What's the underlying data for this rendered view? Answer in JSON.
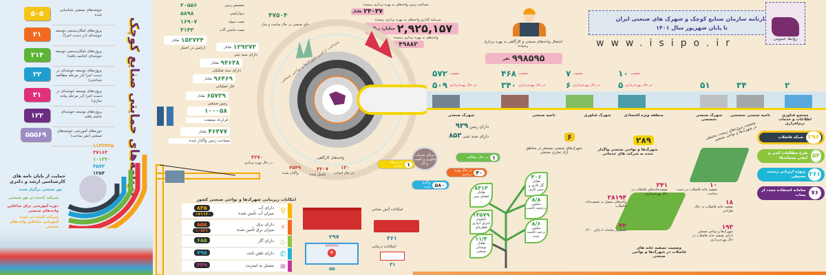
{
  "header": {
    "title": "کارنامه سازمان صنایع کوچک و شهرک های صنعتی ایران",
    "subtitle": "تا پایان شهریور سال ۱۴۰۱",
    "website": "www.isipo.ir",
    "logo_text": "روابط عمومی"
  },
  "clusters": {
    "title": "برنامه‌های حمایتی صنایع کوچک",
    "items": [
      {
        "value": "۵۰۵",
        "label": "خوشه‌های صنعتی شناسایی شده",
        "color": "#f5c518"
      },
      {
        "value": "۲۱",
        "label": "پروژه‌های امکان‌سنجی توسعه خوشه‌ای (در دست اجرا)",
        "color": "#f26a22"
      },
      {
        "value": "۲۱۴",
        "label": "پروژه‌های امکان‌سنجی توسعه خوشه‌ای (خاتمه یافته)",
        "color": "#5cb335"
      },
      {
        "value": "۲۲",
        "label": "پروژه‌های توسعه خوشه‌ای در دست اجرا (در مرحله مطالعه شناختی)",
        "color": "#1f9fd0"
      },
      {
        "value": "۳۱",
        "label": "پروژه‌های توسعه خوشه‌ای در دست اجرا (در مرحله پیاده سازی)",
        "color": "#e0307a"
      },
      {
        "value": "۱۲۲",
        "label": "پروژه‌های توسعه خوشه‌ای خاتمه یافته",
        "color": "#6b2d82"
      },
      {
        "value": "۵۵۵۶۹",
        "label": "دوره‌های آموزشی خوشه‌های صنعتی (نفر ساعت)",
        "color": "#9e8cc4"
      }
    ]
  },
  "training": [
    {
      "value": "۱۱۳۳۳۳۵",
      "label": "شرکت کننده در دوره آموزشی شاغلین واحدهای صنعتی",
      "color": "#f7a21b"
    },
    {
      "value": "۳۷۱۶۳",
      "label": "دوره آموزشی برای شاغلین واحدهای صنعتی",
      "color": "#e5333f"
    },
    {
      "value": "۱۰۱۳۳۰",
      "label": "شرکت کننده در تور صنعتی",
      "color": "#6cb33f"
    },
    {
      "value": "۳۵۷۲",
      "label": "تور صنعتی برگزار شده",
      "color": "#1f9fd0"
    },
    {
      "value": "۱۲۵۴",
      "label": "حمایت از پایان نامه های کارشناسی ارشد و دکتری",
      "color": "#2f3e4a"
    }
  ],
  "construction": {
    "total": "۴۷۵۰۴",
    "total_label": "طرح‌های صنعتی در حال ساخت و ساز",
    "items": [
      {
        "value": "۲۰۵۵۶",
        "label": "تخصیص زمین"
      },
      {
        "value": "۵۸۹۸",
        "label": "دیوارکشی"
      },
      {
        "value": "۱۶۹۰۷",
        "label": "نصب سوله"
      },
      {
        "value": "۴۱۴۳",
        "label": "نصب ماشین آلات"
      }
    ]
  },
  "land": {
    "ring_title": "مساحت اراضی شهرک‌ها و نواحی صنعتی",
    "unit": "هکتار",
    "items": [
      {
        "value": "۱۵۲۷۳۴",
        "label": "اراضی در اختیار"
      },
      {
        "value": "۱۲۹۲۷۳",
        "label": "دارای سند ثبتی"
      },
      {
        "value": "۹۴۶۳۸",
        "label": "دارای سند تفکیکی"
      },
      {
        "value": "۹۶۴۶۹",
        "label": "فاز عملیاتی"
      },
      {
        "value": "۶۵۷۳۹",
        "label": "زمین صنعتی"
      }
    ],
    "contracts": {
      "value": "۱۰۰۰۵۸",
      "label": "قرارداد منعقده"
    },
    "allocated": {
      "value": "۴۶۴۷۷",
      "label": "مساحت زمین واگذار شده"
    }
  },
  "workshops": {
    "title": "واحدهای کارگاهی",
    "items": [
      {
        "value": "۳۲۷۰",
        "label": "در حال بهره برداری"
      },
      {
        "value": "۴۵۴۹",
        "label": "واگذار شده"
      },
      {
        "value": "۴۲۰۷",
        "label": "تکمیل شده"
      },
      {
        "value": "۱۳۰",
        "label": "در حال احداث"
      }
    ]
  },
  "operational": {
    "area_label": "مساحت زمین واحدهای به بهره برداری رسیده",
    "area": "۲۴۰۳۷",
    "area_unit": "هکتار",
    "investment_label": "سرمایه گذاری واحدهای به بهره برداری رسیده",
    "investment": "۲,۹۲۵,۱۵۷",
    "investment_unit": "میلیارد ریال",
    "units_label": "واحدهای به بهره برداری رسیده",
    "units": "۴۹۸۸۲"
  },
  "employment": {
    "label": "اشتغال واحدهای صنعتی و کارگاهی به بهره برداری رسیده",
    "value": "۹۹۸۵۹۵",
    "unit": "نفر"
  },
  "estates": {
    "approved_label": "مصوب",
    "operating_label": "در حال بهره‌برداری",
    "items": [
      {
        "label": "شهرک صنعتی",
        "approved": "۵۷۲",
        "operating": "۵۰۹"
      },
      {
        "label": "ناحیه صنعتی",
        "approved": "۴۶۸",
        "operating": "۳۴۰"
      },
      {
        "label": "شهرک فناوری",
        "approved": "۷",
        "operating": "۶"
      },
      {
        "label": "منطقه ویژه اقتصادی",
        "approved": "۱۰",
        "operating": "۵"
      },
      {
        "label": "شهرک صنعتی تخصصی",
        "value": "۵۱"
      },
      {
        "label": "ناحیه صنعتی تخصصی",
        "value": "۳۴"
      },
      {
        "label": "مجتمع فناوری اطلاعات و خدمات نرم‌افزاری",
        "value": "۲"
      }
    ]
  },
  "deeds": {
    "land_label": "دارای زمین",
    "land": "۹۳۹",
    "deed_label": "دارای سند ثبتی",
    "deed": "۸۵۳"
  },
  "free_zones": {
    "value": "۶",
    "label": "شهرک‌های صنعتی مستقر در مناطق آزاد تجاری صنعتی"
  },
  "service_companies": {
    "value": "۲۸۹",
    "label": "شهرک‌ها و نواحی صنعتی واگذار شده به شرکت های خدماتی"
  },
  "tech_centers": {
    "title": "مراکز خدمات فناوری و کسب و کار",
    "items": [
      {
        "value": "۱",
        "label": "در حال مطالعه"
      },
      {
        "value": "۴۰",
        "label": "در حال بهره برداری"
      },
      {
        "value": "۵۸۰",
        "label": "واگذار شده"
      },
      {
        "value": "۱",
        "label": "در مرحله ساخت"
      }
    ]
  },
  "green": [
    {
      "value": "۸۳۱۳",
      "unit": "هکتار",
      "label": "فضای سبز"
    },
    {
      "value": "۱۳۵۷۹",
      "unit": "کیلومتر",
      "label": "اجرای آبیاری قطره‌ای"
    },
    {
      "value": "۱۱/۴",
      "unit": "هکتار",
      "label": "بوستان صنعتی"
    },
    {
      "value": "۳۰۶",
      "unit": "هکتار",
      "label": "گل کاری و چمن کاری"
    },
    {
      "value": "۸/۸",
      "unit": "میلیون",
      "label": "درختچه کاشت"
    },
    {
      "value": "۸/۶",
      "unit": "میلیون",
      "label": "درخت کاشته شده"
    }
  ],
  "infrastructure": {
    "title": "امکانات زیربنایی شهرک‌ها و نواحی صنعتی کشور",
    "rows": [
      {
        "label": "دارای آب",
        "value": "۸۳۵",
        "label2": "میزان آب تأمین شده",
        "value2": "۱۷۱۱۳۰",
        "color": "#f7b500"
      },
      {
        "label": "دارای برق",
        "value": "۸۵۸",
        "label2": "میزان برق تأمین شده",
        "value2": "۱۰۸۲۱",
        "color": "#f26a22"
      },
      {
        "label": "دارای گاز",
        "value": "۶۸۵",
        "color": "#8cc63f"
      },
      {
        "label": "دارای تلفن ثابت",
        "value": "۷۹۵",
        "color": "#1fb5d6"
      },
      {
        "label": "متصل به اینترنت",
        "value": "۴۳۹",
        "color": "#c0399a"
      }
    ]
  },
  "safety": {
    "stations": "۲۹۷",
    "fire_label": "امکانات آتش نشانی",
    "fire": "۳۶۱",
    "clinics": "۵۵",
    "medical_label": "امکانات درمانی",
    "medical": "۳۱",
    "hospital_sign": "HOSPITAL"
  },
  "environment": {
    "title": "وضعیت پروژه‌های زیست محیطی در شهرک‌ها و نواحی صنعتی",
    "items": [
      {
        "value": "۲۹۶",
        "label": "شبکه فاضلاب",
        "color": "#f5c518"
      },
      {
        "value": "۵۴",
        "label": "طرح مطالعات کمی و کیفی پسماندها",
        "color": "#8cc63f"
      },
      {
        "value": "۲۶۱",
        "label": "پروژه ارزیابی زیست محیطی",
        "color": "#1fb5d6"
      },
      {
        "value": "۷۶",
        "label": "سامانه استفاده مجدد از پساب",
        "color": "#6b2d82"
      }
    ]
  },
  "wastewater": {
    "title": "وضعیت تصفیه خانه های فاضلاب در شهرک‌ها و نواحی صنعتی",
    "items": [
      {
        "value": "۲۴۱",
        "label": "تصفیه‌خانه‌های فاضلاب در حال بهره‌برداری"
      },
      {
        "value": "۱۰",
        "label": "تصفیه خانه فاضلاب در دست ساخت"
      },
      {
        "value": "۱۸",
        "label": "تصفیه خانه فاضلاب در حال طراحی"
      },
      {
        "value": "۱۹۳",
        "label": "شهرک‌ها و نواحی صنعتی دارای تصفیه خانه فاضلاب در حال بهره‌برداری"
      },
      {
        "value": "۲۸۱۹۴",
        "label": "واحدهای متصل به تصفیه‌خانه فاضلاب"
      },
      {
        "value": "۴۲",
        "label": "استقرار سامانه تا پایان ۱۴۰۰"
      }
    ]
  }
}
